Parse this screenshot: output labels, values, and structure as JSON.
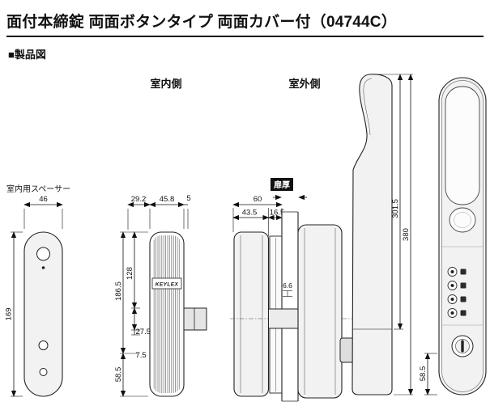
{
  "header": {
    "title": "面付本締錠 両面ボタンタイプ 両面カバー付（04744C）",
    "section": "■製品図"
  },
  "labels": {
    "indoor_side": "室内側",
    "outdoor_side": "室外側",
    "indoor_spacer": "室内用スペーサー",
    "door_thickness": "扉厚",
    "brand": "KEYLEX"
  },
  "dims": {
    "spacer_width": "46",
    "spacer_height": "169",
    "front_offset": "29.2",
    "front_width": "45.8",
    "front_lip": "5",
    "front_height_total": "186.5",
    "front_height_upper": "128",
    "front_bolt_height": "27.5",
    "front_bolt_gap": "7.5",
    "front_height_lower": "58.5",
    "depth_total": "60",
    "depth_indoor": "43.5",
    "depth_plate": "16.5",
    "bolt_clearance": "6.6",
    "outdoor_cover_height": "301.5",
    "outdoor_total_height": "380",
    "outdoor_height_lower": "58.5"
  }
}
